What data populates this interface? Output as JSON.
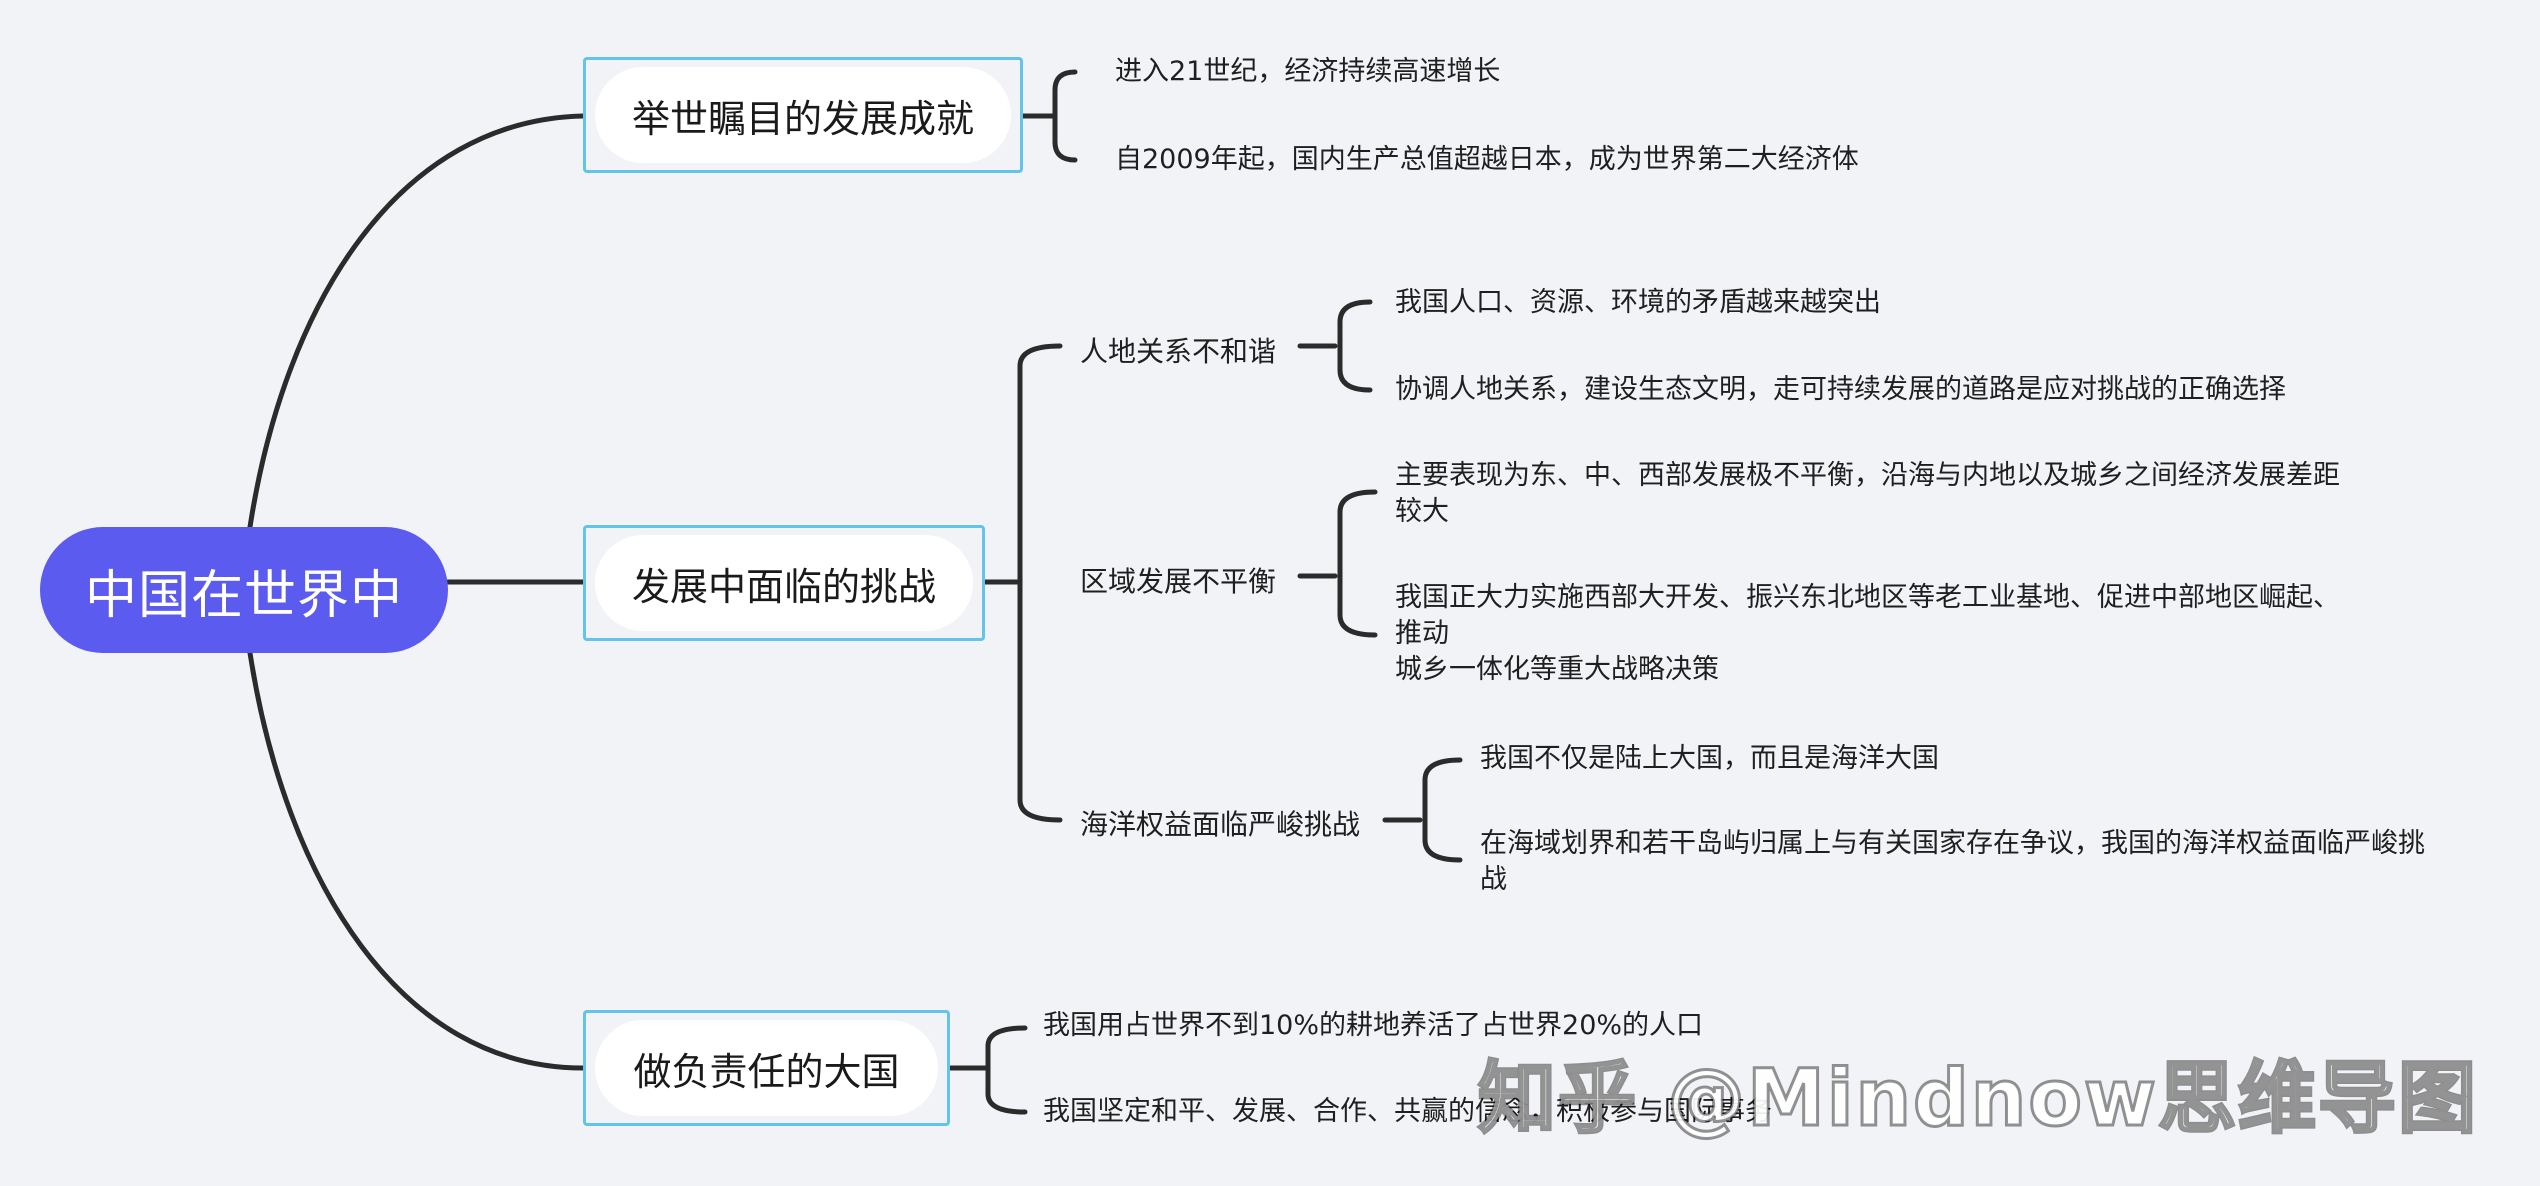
{
  "root": {
    "label": "中国在世界中"
  },
  "branches": [
    {
      "label": "举世瞩目的发展成就",
      "leaves": [
        "进入21世纪，经济持续高速增长",
        "自2009年起，国内生产总值超越日本，成为世界第二大经济体"
      ]
    },
    {
      "label": "发展中面临的挑战",
      "subs": [
        {
          "label": "人地关系不和谐",
          "leaves": [
            "我国人口、资源、环境的矛盾越来越突出",
            "协调人地关系，建设生态文明，走可持续发展的道路是应对挑战的正确选择"
          ]
        },
        {
          "label": "区域发展不平衡",
          "leaves": [
            "主要表现为东、中、西部发展极不平衡，沿海与内地以及城乡之间经济发展差距\n较大",
            "我国正大力实施西部大开发、振兴东北地区等老工业基地、促进中部地区崛起、\n推动\n城乡一体化等重大战略决策"
          ]
        },
        {
          "label": "海洋权益面临严峻挑战",
          "leaves": [
            "我国不仅是陆上大国，而且是海洋大国",
            "在海域划界和若干岛屿归属上与有关国家存在争议，我国的海洋权益面临严峻挑\n战"
          ]
        }
      ]
    },
    {
      "label": "做负责任的大国",
      "leaves": [
        "我国用占世界不到10%的耕地养活了占世界20%的人口",
        "我国坚定和平、发展、合作、共赢的信念，积极参与国际事务"
      ]
    }
  ],
  "watermark": "知乎 @Mindnow思维导图",
  "colors": {
    "root": "#5b5bf0",
    "branch_border": "#62c4ea",
    "line": "#2b2b2b",
    "background": "#f2f3f7"
  }
}
